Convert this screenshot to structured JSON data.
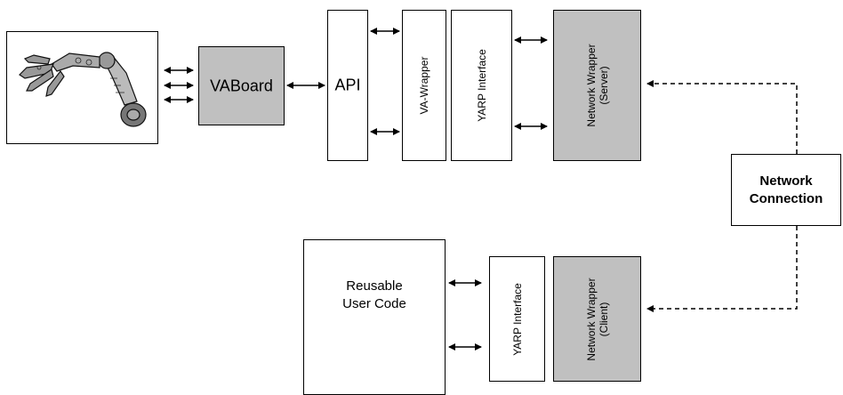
{
  "diagram": {
    "robot_image": {
      "icon": "robot-arm-icon"
    },
    "vaboard": {
      "label": "VABoard"
    },
    "api": {
      "label": "API"
    },
    "va_wrapper": {
      "label": "VA-Wrapper"
    },
    "yarp_interface_server": {
      "label": "YARP Interface"
    },
    "network_wrapper_server": {
      "label": "Network Wrapper\n(Server)"
    },
    "network_connection": {
      "label": "Network\nConnection"
    },
    "reusable_user_code": {
      "label": "Reusable\nUser Code"
    },
    "yarp_interface_client": {
      "label": "YARP Interface"
    },
    "network_wrapper_client": {
      "label": "Network Wrapper\n(Client)"
    }
  },
  "colors": {
    "wrapper_fill": "#c0c0c0",
    "line": "#000000",
    "background": "#ffffff"
  }
}
